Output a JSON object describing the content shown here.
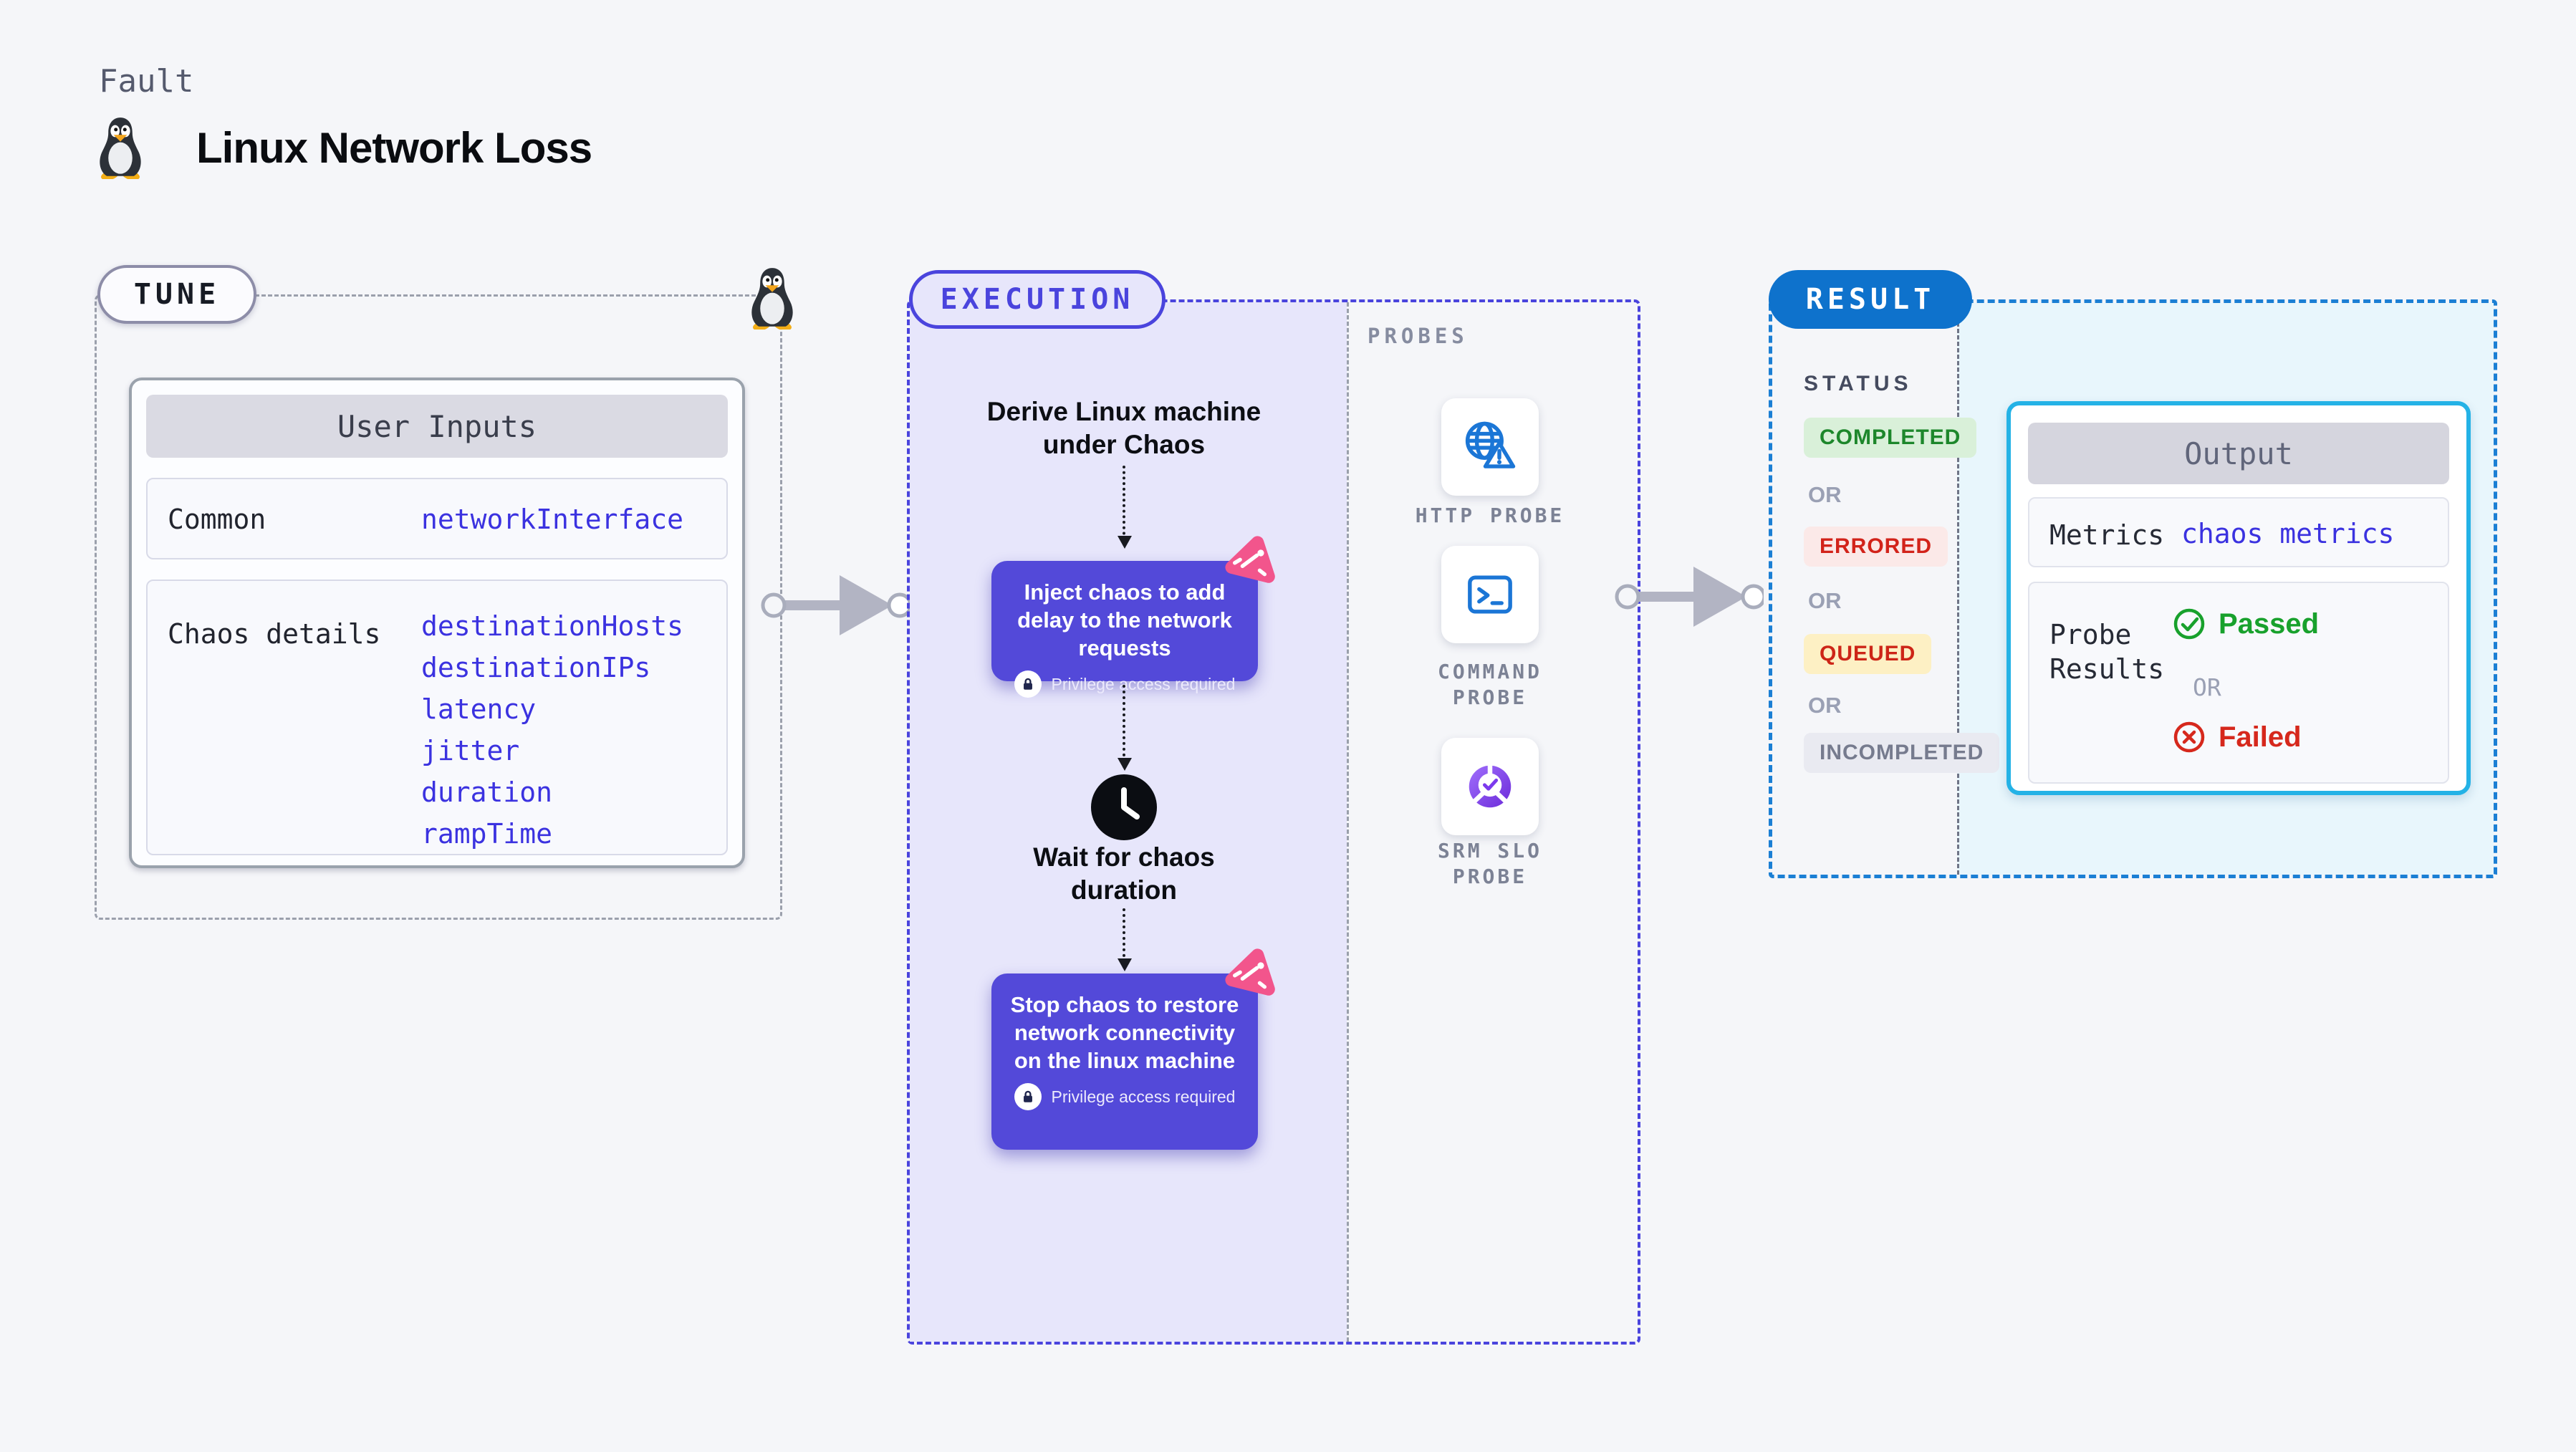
{
  "header": {
    "kicker": "Fault",
    "title": "Linux Network Loss"
  },
  "tune": {
    "pill": "TUNE",
    "inputs_title": "User Inputs",
    "rows": [
      {
        "label": "Common",
        "values": [
          "networkInterface"
        ]
      },
      {
        "label": "Chaos details",
        "values": [
          "destinationHosts",
          "destinationIPs",
          "latency",
          "jitter",
          "duration",
          "rampTime"
        ]
      }
    ]
  },
  "execution": {
    "pill": "EXECUTION",
    "derive_step": "Derive Linux machine under Chaos",
    "inject_step": {
      "text": "Inject chaos to add delay to the network requests",
      "note": "Privilege access required"
    },
    "wait_step": "Wait for chaos duration",
    "stop_step": {
      "text": "Stop chaos to restore network connectivity on the linux machine",
      "note": "Privilege access required"
    }
  },
  "probes": {
    "title": "PROBES",
    "items": [
      {
        "label": "HTTP PROBE",
        "icon": "globe-alert-icon"
      },
      {
        "label": "COMMAND PROBE",
        "icon": "terminal-icon"
      },
      {
        "label": "SRM SLO PROBE",
        "icon": "slo-donut-icon"
      }
    ]
  },
  "result": {
    "pill": "RESULT",
    "status_title": "STATUS",
    "or_label": "OR",
    "statuses": [
      {
        "label": "COMPLETED",
        "color": "#1d872b",
        "bg": "#d9f0d9"
      },
      {
        "label": "ERRORED",
        "color": "#d2231a",
        "bg": "#fbe9e8"
      },
      {
        "label": "QUEUED",
        "color": "#cd2517",
        "bg": "#fdf0c4"
      },
      {
        "label": "INCOMPLETED",
        "color": "#767b8e",
        "bg": "#e9eaf1"
      }
    ],
    "output": {
      "title": "Output",
      "metrics_label": "Metrics",
      "metrics_value": "chaos metrics",
      "probe_results_label": "Probe Results",
      "passed_label": "Passed",
      "or_label": "OR",
      "failed_label": "Failed",
      "passed_color": "#18a12c",
      "failed_color": "#d6281c"
    }
  },
  "colors": {
    "accent_purple": "#4a44dd",
    "accent_blue": "#1b7fd4",
    "node_purple": "#5349d9",
    "chaos_pink": "#f2558c",
    "param_blue": "#3b32e0",
    "output_border_cyan": "#24b2e6",
    "icon_blue": "#1b76d6"
  }
}
